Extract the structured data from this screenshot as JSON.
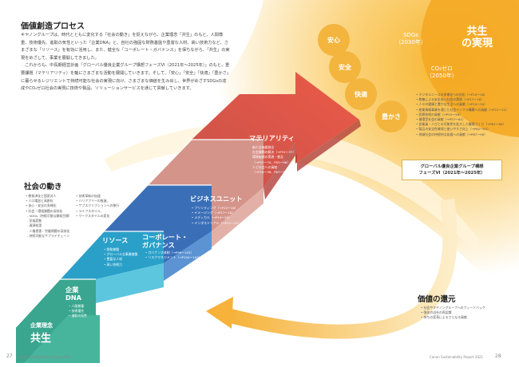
{
  "left_page": {
    "title": "価値創造プロセス",
    "intro": "キヤノングループは、時代とともに変化する「社会の動き」を捉えながら、企業理念「共生」のもと、人間尊重、技術優先、進取の気性といった「企業DNA」と、自社の強固な財務基盤や豊富な人材、高い技術力など、さまざまな「リソース」を有効に活用し、また、健全な「コーポレート・ガバナンス」を保ちながら、「共生」の実現をめざして、事業を展開してきました。\n　これからも、中長期経営計画「グローバル優良企業グループ構想フェーズVI（2021年～2025年）」のもと、重要課題（マテリアリティ）を軸にさまざまな活動を展開していきます。そして、「安心」「安全」「快適」「豊かさ」に暮らせるレジリエントで持続可能な社会の実現に向け、さまざまな価値を生み出し、世界がめざすSDGsの達成やCO₂ゼロ社会の実現に技術や製品、ソリューションサービスを通じて貢献していきます。",
    "page_number": "27",
    "footer": "Canon Sustainability Report 2021"
  },
  "society": {
    "title": "社会の動き",
    "col1": [
      "教育済化と国家対人",
      "人口増加と高齢化",
      "安心・安全の多様化",
      "社会・環境課題の深刻化",
      "- SDGs（持続可能な開発目標）",
      "- 気候変動",
      "- 資源枯渇",
      "- 人権侵害／労働問題の深刻化",
      "- 持続可能なサプライチェーン"
    ],
    "col2": [
      "技術革新の加速",
      "バリアフリーの推進、",
      "サブスクリプションへの移行",
      "ライフスタイル、",
      "ワークスタイルの変化"
    ]
  },
  "steps": {
    "philosophy": {
      "label": "企業理念",
      "name": "共生"
    },
    "dna": {
      "title": "企業\nDNA",
      "items": [
        "人間尊重",
        "技術優先",
        "進取の気性"
      ]
    },
    "resources": {
      "title": "リソース",
      "items": [
        "財務基盤",
        "グローバルな事業基盤",
        "豊富な人材",
        "高い技術力"
      ]
    },
    "governance": {
      "title": "コーポレート・\nガバナンス",
      "items": [
        "ガバナンス体制（→P99～103）",
        "リスクマネジメント（→P104～109）"
      ]
    },
    "business": {
      "title": "ビジネスユニット",
      "items": [
        "プリンティング（→P15～18）",
        "イメージング（→P17～18）",
        "メディカル（→P19～20）",
        "インダストリアル（→P21～22）"
      ]
    },
    "materiality": {
      "title": "マテリアリティ",
      "items": [
        "新たな価値創出",
        "社会課題の解決（→P31～37）",
        "環境価値の実現・普及",
        "（→P53～70、P83～96）",
        "人と社会への貢献",
        "（→P16～38、P67～90）"
      ]
    }
  },
  "goals": {
    "values": [
      "安心",
      "安全",
      "快適",
      "豊かさ"
    ],
    "sdgs": "SDGs\n（2030年）",
    "co2": "CO₂ゼロ\n（2050年）",
    "kyosei": "共生\nの実現",
    "contributions": [
      "デジタルニーズの多様化への対応（→P15～16）",
      "教養による安全安心社会の実現（→P17～18）",
      "人々の健康と豊かな生活への貢献（→P19～20）",
      "産業情報事業を通じた社会インフラ構築への貢献（→P21～22）",
      "医療技術の貢献（→P53～56）",
      "循環型社会の貢献（→P57～61）",
      "従業員・人びとの可能性を拡大した職場づくり（→P67～80）",
      "製品の安全性確保と使いやすさ向上（→P82～85）",
      "地域社会の持続的な発展への貢献（→P87～90）"
    ],
    "plan_box": "グローバル優良企業グループ構想\nフェーズVI（2021年～2025年）"
  },
  "return": {
    "title": "価値の還元",
    "items": [
      "社会やキヤノングループへのフィードバック",
      "強化の自社の再認識",
      "持ちの変革によるさらなる貢献"
    ]
  },
  "right_page": {
    "footer": "Canon Sustainability Report 2021",
    "page_number": "28"
  }
}
